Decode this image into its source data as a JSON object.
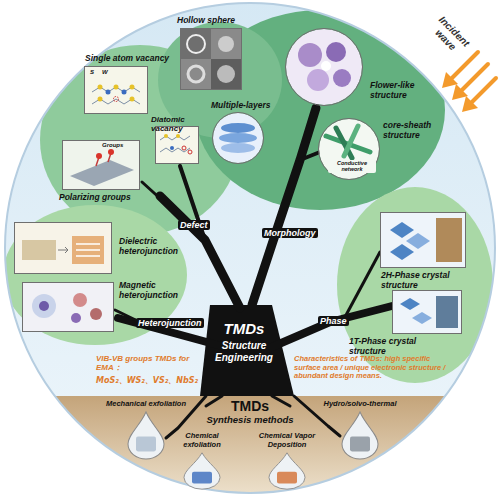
{
  "diagram": {
    "nodes": [
      {
        "text": [
          "Hollow sphere"
        ]
      },
      {
        "text": [
          "Flower-like structure"
        ]
      },
      {
        "text": [
          "Single atom vacancy"
        ]
      },
      {
        "text": [
          "Multiple-layers"
        ]
      },
      {
        "text": [
          "Diatomic vacancy"
        ]
      },
      {
        "text": [
          "core-sheath structure"
        ]
      },
      {
        "text": [
          "Polarizing groups"
        ]
      },
      {
        "text": [
          "2H-Phase crystal structure"
        ]
      },
      {
        "text": [
          "Dielectric heterojunction"
        ]
      },
      {
        "text": [
          "Magnetic heterojunction"
        ]
      },
      {
        "text": [
          "1T-Phase crystal structure"
        ]
      },
      {
        "text": [
          "TMDs",
          "Structure Engineering"
        ]
      },
      {
        "text": [
          "Mechanical exfoliation"
        ]
      },
      {
        "text": [
          "Chemical exfoliation"
        ]
      },
      {
        "text": [
          "Chemical Vapor Deposition"
        ]
      },
      {
        "text": [
          "Hydro/solvo-thermal"
        ]
      }
    ],
    "labels": [
      "Incident wave",
      "Defect",
      "Morphology",
      "Heterojunction",
      "Phase",
      "S",
      "W",
      "Groups",
      "Conductive network",
      "VIB-VB groups TMDs for EMA：",
      "MoS₂、WS₂、VS₂、NbS₂",
      "Characteristics of TMDs: high specific surface area / unique electronic structure / abundant design means.",
      "TMDs",
      "Synthesis methods"
    ]
  }
}
